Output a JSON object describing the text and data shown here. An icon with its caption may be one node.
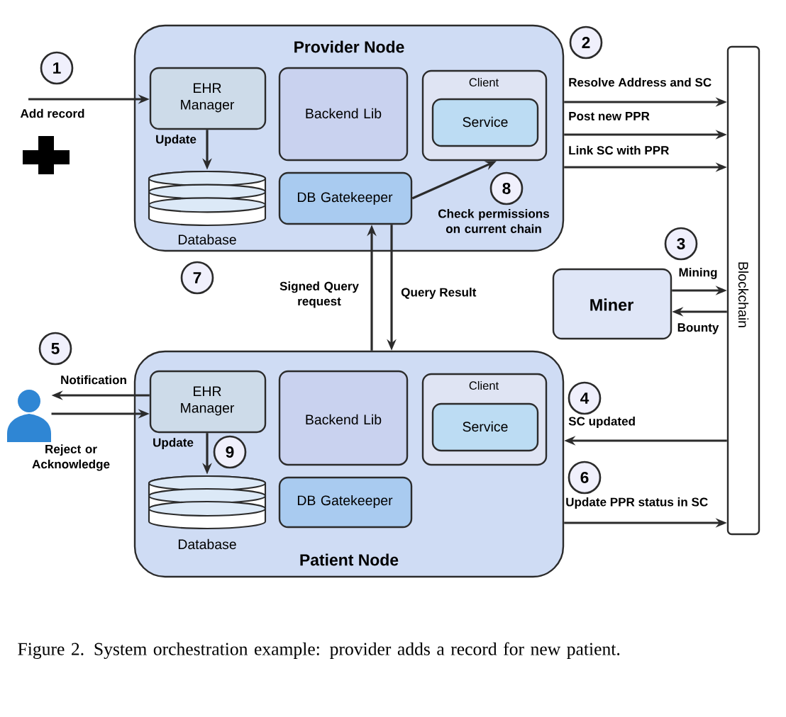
{
  "diagram": {
    "caption": "Figure 2. System orchestration example: provider adds a record for new patient.",
    "nodes": [
      {
        "text": [
          "Provider Node"
        ]
      },
      {
        "text": [
          "EHR Manager"
        ],
        "in": 0
      },
      {
        "text": [
          "Backend Lib"
        ],
        "in": 0
      },
      {
        "text": [
          "Client"
        ],
        "in": 0
      },
      {
        "text": [
          "Service"
        ],
        "in": 3
      },
      {
        "text": [
          "Database"
        ],
        "in": 0
      },
      {
        "text": [
          "DB Gatekeeper"
        ],
        "in": 0
      },
      {
        "text": [
          "Patient Node"
        ]
      },
      {
        "text": [
          "EHR Manager"
        ],
        "in": 7
      },
      {
        "text": [
          "Backend Lib"
        ],
        "in": 7
      },
      {
        "text": [
          "Client"
        ],
        "in": 7
      },
      {
        "text": [
          "Service"
        ],
        "in": 10
      },
      {
        "text": [
          "Database"
        ],
        "in": 7
      },
      {
        "text": [
          "DB Gatekeeper"
        ],
        "in": 7
      },
      {
        "text": [
          "Miner"
        ]
      },
      {
        "text": [
          "Blockchain"
        ]
      },
      {
        "text": [],
        "shape": "person"
      }
    ],
    "edges": [
      {
        "from": null,
        "to": 1,
        "arrow": "to",
        "label": "Add record"
      },
      {
        "from": 1,
        "to": 5,
        "arrow": "to",
        "label": "Update"
      },
      {
        "from": 0,
        "to": 15,
        "arrow": "to",
        "label": "Resolve Address and SC"
      },
      {
        "from": 0,
        "to": 15,
        "arrow": "to",
        "label": "Post new PPR"
      },
      {
        "from": 0,
        "to": 15,
        "arrow": "to",
        "label": "Link SC with PPR"
      },
      {
        "from": 6,
        "to": 3,
        "arrow": "to",
        "label": "Check permissions on current chain"
      },
      {
        "from": 7,
        "to": 6,
        "arrow": "to",
        "label": "Signed Query request"
      },
      {
        "from": 6,
        "to": 7,
        "arrow": "to",
        "label": "Query Result"
      },
      {
        "from": 14,
        "to": 15,
        "arrow": "to",
        "label": "Mining"
      },
      {
        "from": 15,
        "to": 14,
        "arrow": "to",
        "label": "Bounty"
      },
      {
        "from": 15,
        "to": 7,
        "arrow": "to",
        "label": "SC updated"
      },
      {
        "from": 7,
        "to": 15,
        "arrow": "to",
        "label": "Update PPR status in SC"
      },
      {
        "from": 8,
        "to": 16,
        "arrow": "to",
        "label": "Notification"
      },
      {
        "from": 16,
        "to": 8,
        "arrow": "to",
        "label": "Reject or Acknowledge"
      },
      {
        "from": 8,
        "to": 12,
        "arrow": "to",
        "label": "Update"
      }
    ],
    "labels": [
      "1",
      "2",
      "3",
      "4",
      "5",
      "6",
      "7",
      "8",
      "9"
    ]
  }
}
